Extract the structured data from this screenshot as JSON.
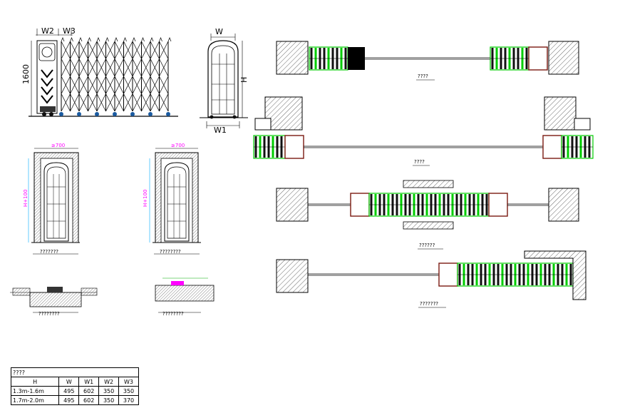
{
  "labels": {
    "w2": "W2",
    "w3": "W3",
    "height_1600": "1600",
    "w_top": "W",
    "w1_bottom": "W1",
    "h_side": "H",
    "opening_a": "≥700",
    "opening_b": "≥700",
    "height_a": "H+100",
    "height_b": "H+100",
    "cap_a": "???????",
    "cap_b": "????????",
    "cap_c": "????????",
    "cap_d": "????????",
    "plan1_cap": "????",
    "plan2_cap": "????",
    "plan3_cap": "??????",
    "plan4_cap": "???????"
  },
  "table": {
    "title": "????",
    "headers": [
      "H",
      "W",
      "W1",
      "W2",
      "W3"
    ],
    "rows": [
      [
        "1.3m-1.6m",
        "495",
        "602",
        "350",
        "350"
      ],
      [
        "1.7m-2.0m",
        "495",
        "602",
        "350",
        "370"
      ]
    ]
  },
  "colors": {
    "line": "#000000",
    "green": "#00cc00",
    "magenta": "#ff00ff",
    "cyan": "#00aaff",
    "wheel": "#1a5aa0",
    "brown": "#7a1a10"
  }
}
